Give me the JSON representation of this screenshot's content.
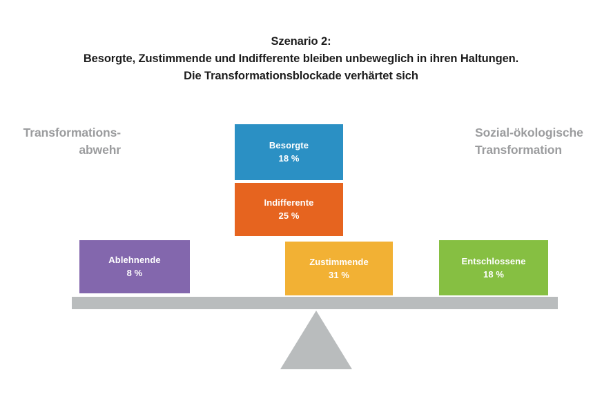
{
  "title": {
    "lines": [
      "Szenario 2:",
      "Besorgte, Zustimmende und Indifferente bleiben unbeweglich in ihren Haltungen.",
      "Die Transformationsblockade verhärtet sich"
    ]
  },
  "poles": {
    "left": "Transformations-\nabwehr",
    "left_line1": "Transformations-",
    "left_line2": "abwehr",
    "right_line1": "Sozial-ökologische",
    "right_line2": "Transformation"
  },
  "colors": {
    "besorgte": "#2b90c4",
    "indifferente": "#e6641f",
    "ablehnende": "#8367ad",
    "zustimmende": "#f2b134",
    "entschlossene": "#86bf42",
    "beam": "#b9bcbd",
    "fulcrum": "#b9bcbd",
    "title_text": "#1c1c1c",
    "pole_text": "#9b9c9e",
    "box_text": "#ffffff",
    "background": "#ffffff"
  },
  "chart_data": {
    "type": "bar",
    "title": "Szenario 2: Besorgte, Zustimmende und Indifferente bleiben unbeweglich in ihren Haltungen. Die Transformationsblockade verhärtet sich",
    "subtitle": "",
    "xlabel": "",
    "ylabel": "",
    "categories": [
      "Ablehnende",
      "Besorgte",
      "Indifferente",
      "Zustimmende",
      "Entschlossene"
    ],
    "values": [
      8,
      18,
      25,
      31,
      18
    ],
    "value_labels": [
      "8 %",
      "18 %",
      "25 %",
      "31 %",
      "18 %"
    ],
    "unit": "%",
    "axis_poles": [
      "Transformationsabwehr",
      "Sozial-ökologische Transformation"
    ],
    "grid": false,
    "legend": "none",
    "items": [
      {
        "name": "Ablehnende",
        "value": 8,
        "value_label": "8 %",
        "color": "#8367ad",
        "position": "left",
        "stack_level": 0
      },
      {
        "name": "Besorgte",
        "value": 18,
        "value_label": "18 %",
        "color": "#2b90c4",
        "position": "center",
        "stack_level": 2
      },
      {
        "name": "Indifferente",
        "value": 25,
        "value_label": "25 %",
        "color": "#e6641f",
        "position": "center",
        "stack_level": 1
      },
      {
        "name": "Zustimmende",
        "value": 31,
        "value_label": "31 %",
        "color": "#f2b134",
        "position": "center",
        "stack_level": 0
      },
      {
        "name": "Entschlossene",
        "value": 18,
        "value_label": "18 %",
        "color": "#86bf42",
        "position": "right",
        "stack_level": 0
      }
    ]
  }
}
